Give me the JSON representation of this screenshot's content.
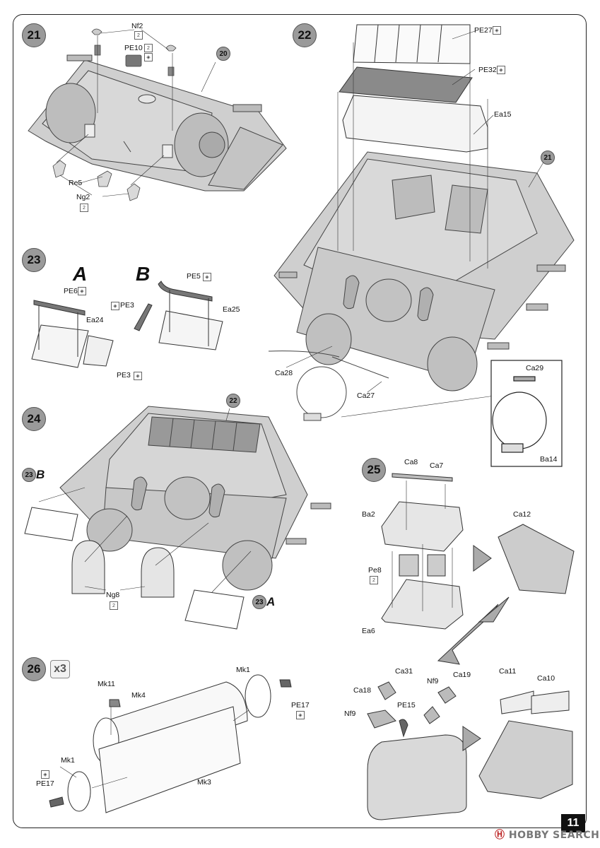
{
  "steps": {
    "s21": "21",
    "s22": "22",
    "s23": "23",
    "s24": "24",
    "s25": "25",
    "s26": "26",
    "ref20": "20",
    "ref21": "21",
    "ref22": "22",
    "ref23b": "23",
    "ref23a": "23"
  },
  "variants": {
    "a": "A",
    "b": "B",
    "small_b": "B",
    "small_a": "A"
  },
  "multiplier": "x3",
  "qty_mark": "2",
  "parts": {
    "nf2": "Nf2",
    "pe10": "PE10",
    "re5": "Re5",
    "ng2": "Ng2",
    "pe27": "PE27",
    "pe32": "PE32",
    "ea15": "Ea15",
    "ca28": "Ca28",
    "ca27": "Ca27",
    "ca29": "Ca29",
    "ba14": "Ba14",
    "pe6": "PE6",
    "ea24": "Ea24",
    "pe3a": "PE3",
    "pe5": "PE5",
    "pe3b": "PE3",
    "ea25": "Ea25",
    "ng8": "Ng8",
    "ca8": "Ca8",
    "ca7": "Ca7",
    "ba2": "Ba2",
    "pe8": "Pe8",
    "ea6": "Ea6",
    "ca12": "Ca12",
    "mk11": "Mk11",
    "mk4": "Mk4",
    "mk1a": "Mk1",
    "mk1b": "Mk1",
    "pe17a": "PE17",
    "pe17b": "PE17",
    "mk3": "Mk3",
    "ca18": "Ca18",
    "ca31": "Ca31",
    "nf9a": "Nf9",
    "ca19": "Ca19",
    "nf9b": "Nf9",
    "pe15": "PE15",
    "ca11": "Ca11",
    "ca10": "Ca10"
  },
  "page_number": "11",
  "watermark": {
    "brand_mark": "Ⓗ",
    "text": "HOBBY SEARCH"
  },
  "colors": {
    "hull": "#c8c8c8",
    "panel": "#d9d9d9",
    "step_circle": "#9a9a9a",
    "screen": "#8a8a8a"
  }
}
